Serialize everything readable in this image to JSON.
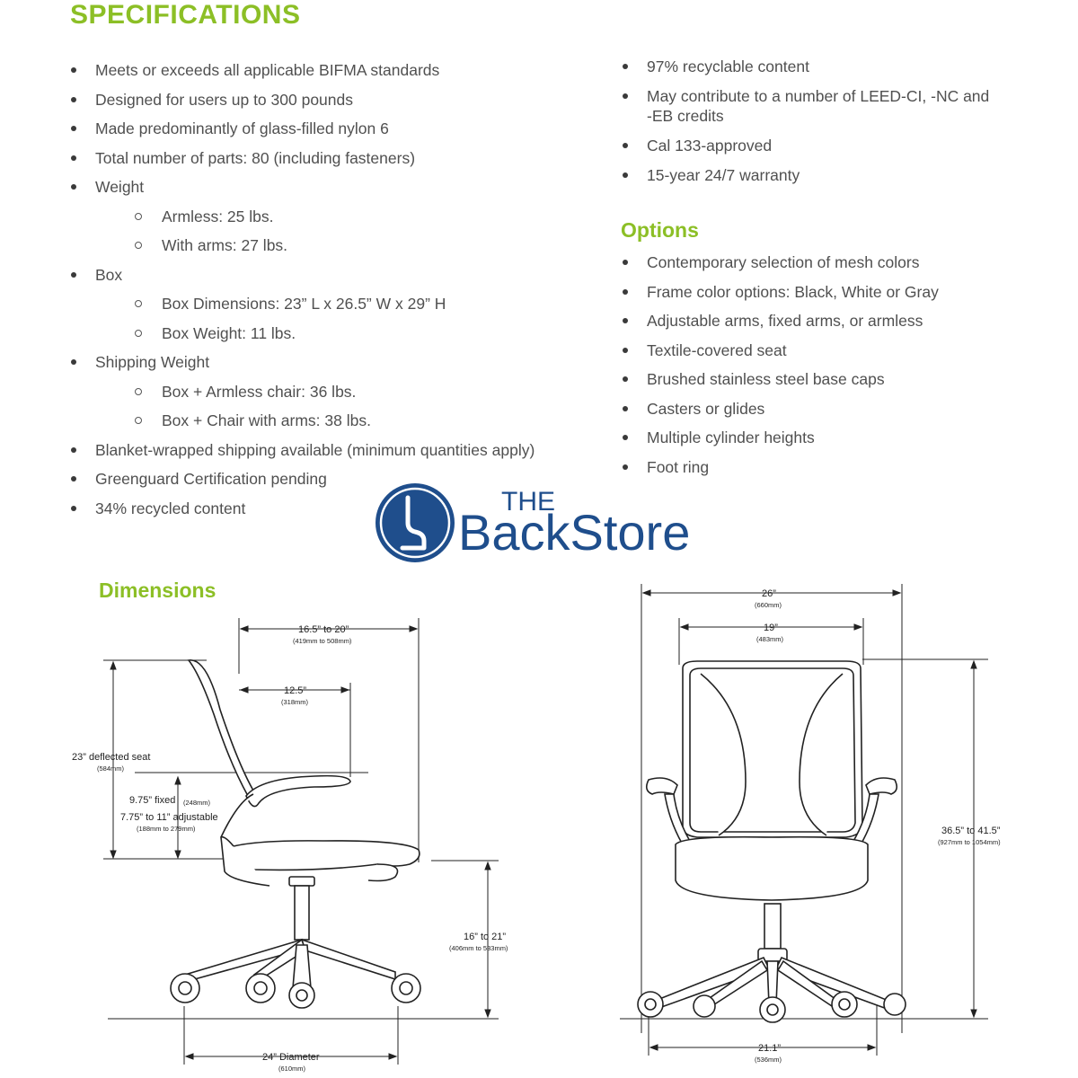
{
  "specifications": {
    "title": "SPECIFICATIONS",
    "left_items": [
      "Meets or exceeds all applicable BIFMA standards",
      "Designed for users up to 300 pounds",
      "Made predominantly of glass-filled nylon 6",
      "Total number of parts: 80 (including fasteners)",
      "Weight",
      "Armless: 25 lbs.",
      "With arms: 27 lbs.",
      "Box",
      "Box Dimensions: 23” L x 26.5” W x 29” H",
      "Box Weight: 11 lbs.",
      "Shipping Weight",
      "Box + Armless chair: 36 lbs.",
      "Box + Chair with arms: 38 lbs.",
      "Blanket-wrapped shipping available (minimum quantities apply)",
      "Greenguard Certification pending",
      "34% recycled content"
    ],
    "right_items": [
      "97% recyclable content",
      "May contribute to a number of LEED-CI, -NC and",
      "-EB credits",
      "Cal 133-approved",
      "15-year 24/7 warranty"
    ]
  },
  "options": {
    "title": "Options",
    "items": [
      "Contemporary selection of mesh colors",
      "Frame color options: Black, White or Gray",
      "Adjustable arms, fixed arms, or armless",
      "Textile-covered seat",
      "Brushed stainless steel base caps",
      "Casters or glides",
      "Multiple cylinder heights",
      "Foot ring"
    ]
  },
  "logo": {
    "the": "THE",
    "name": "BackStore",
    "color": "#1f4e8c"
  },
  "dimensions": {
    "title": "Dimensions",
    "side": {
      "depth": "16.5” to 20”",
      "depth_mm": "(419mm to 508mm)",
      "arm_depth": "12.5”",
      "arm_depth_mm": "(318mm)",
      "deflected_seat": "23” deflected seat",
      "deflected_seat_mm": "(584mm)",
      "arm_fixed": "9.75” fixed",
      "arm_fixed_mm": "(248mm)",
      "arm_adjustable": "7.75” to 11” adjustable",
      "arm_adjustable_mm": "(188mm to 279mm)",
      "seat_height": "16” to 21”",
      "seat_height_mm": "(406mm to 533mm)",
      "base": "24” Diameter",
      "base_mm": "(610mm)"
    },
    "front": {
      "width": "26”",
      "width_mm": "(660mm)",
      "seat_width": "19”",
      "seat_width_mm": "(483mm)",
      "height": "36.5” to 41.5”",
      "height_mm": "(927mm to 1054mm)",
      "base": "21.1”",
      "base_mm": "(536mm)"
    }
  },
  "colors": {
    "heading_green": "#8cbf26",
    "text": "#505050",
    "logo_blue": "#1f4e8c"
  }
}
